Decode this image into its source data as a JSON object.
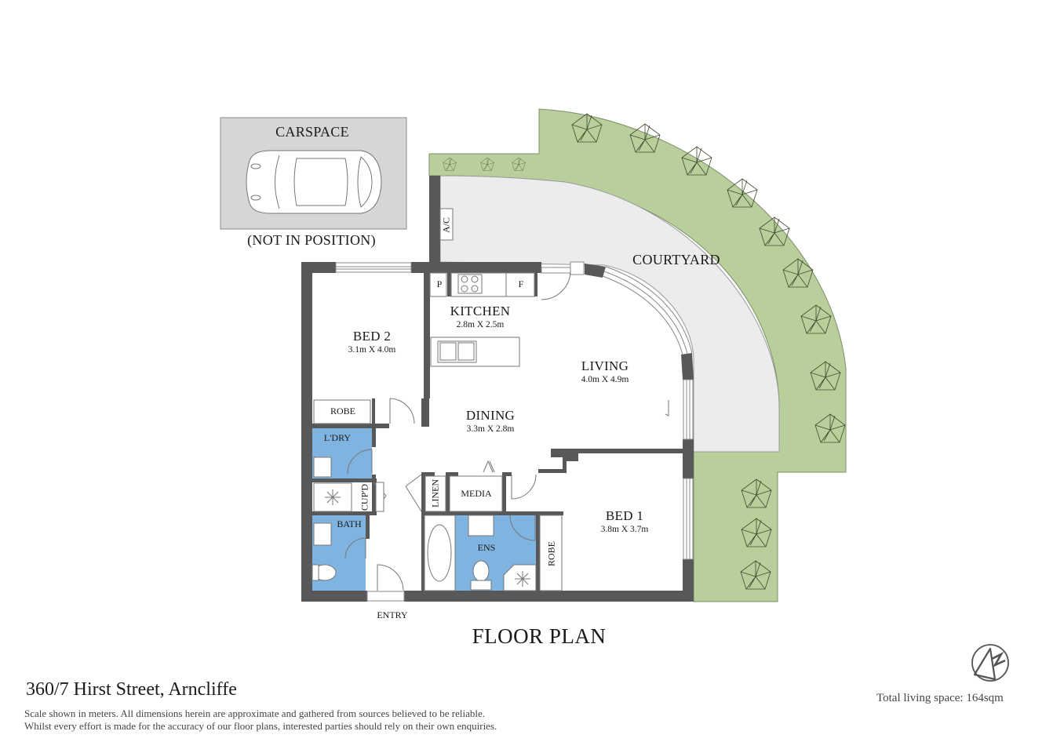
{
  "floorplan": {
    "title": "FLOOR PLAN",
    "carspace": {
      "label": "CARSPACE",
      "note": "(NOT IN POSITION)"
    },
    "courtyard": {
      "label": "COURTYARD"
    },
    "ac_label": "A/C",
    "rooms": [
      {
        "id": "bed2",
        "name": "BED 2",
        "dims": "3.1m X 4.0m"
      },
      {
        "id": "kitchen",
        "name": "KITCHEN",
        "dims": "2.8m X 2.5m"
      },
      {
        "id": "living",
        "name": "LIVING",
        "dims": "4.0m X 4.9m"
      },
      {
        "id": "dining",
        "name": "DINING",
        "dims": "3.3m X 2.8m"
      },
      {
        "id": "bed1",
        "name": "BED 1",
        "dims": "3.8m X 3.7m"
      }
    ],
    "fixtures": {
      "pantry": "P",
      "fridge": "F",
      "robe_bed2": "ROBE",
      "robe_bed1": "ROBE",
      "laundry": "L'DRY",
      "cupboard": "CUP'D",
      "bath": "BATH",
      "linen": "LINEN",
      "media": "MEDIA",
      "ensuite": "ENS",
      "entry": "ENTRY"
    },
    "colors": {
      "wall": "#58585a",
      "wet_area": "#7fb3e0",
      "garden": "#b8cf9c",
      "courtyard": "#ececec",
      "carspace": "#d6d6d6",
      "tree_line": "#3d4a2e"
    }
  },
  "footer": {
    "address": "360/7 Hirst Street, Arncliffe",
    "disclaimer_line1": "Scale shown in meters. All dimensions herein are approximate and gathered from sources believed to be reliable.",
    "disclaimer_line2": "Whilst every effort is made for the accuracy of our floor plans, interested parties should rely on their own enquiries.",
    "total_living_space": "Total living space: 164sqm",
    "compass_icon": "north-arrow-icon"
  }
}
